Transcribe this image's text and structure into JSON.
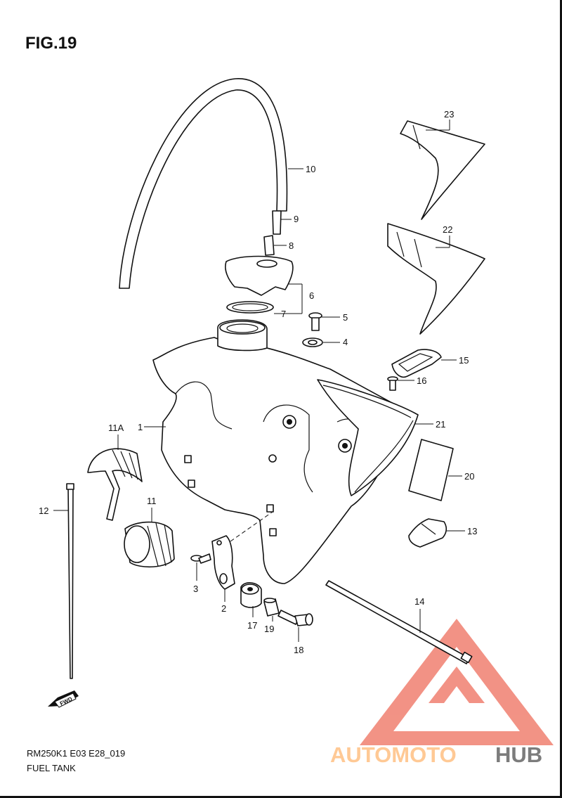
{
  "figure": {
    "title": "FIG.19",
    "code": "RM250K1 E03 E28_019",
    "name": "FUEL TANK"
  },
  "orientation_badge": "FWD",
  "watermark": {
    "part1": "AUTOMOTO",
    "part2": "HUB",
    "color_primary": "#f08070",
    "color_secondary": "#ffc48a",
    "color_dark": "#6e6e6e"
  },
  "callouts": {
    "p1": "1",
    "p2": "2",
    "p3": "3",
    "p4": "4",
    "p5": "5",
    "p6": "6",
    "p7": "7",
    "p8": "8",
    "p9": "9",
    "p10": "10",
    "p11": "11",
    "p11a": "11A",
    "p12": "12",
    "p13": "13",
    "p14": "14",
    "p15": "15",
    "p16": "16",
    "p17": "17",
    "p18": "18",
    "p19": "19",
    "p20": "20",
    "p21": "21",
    "p22": "22",
    "p23": "23"
  }
}
